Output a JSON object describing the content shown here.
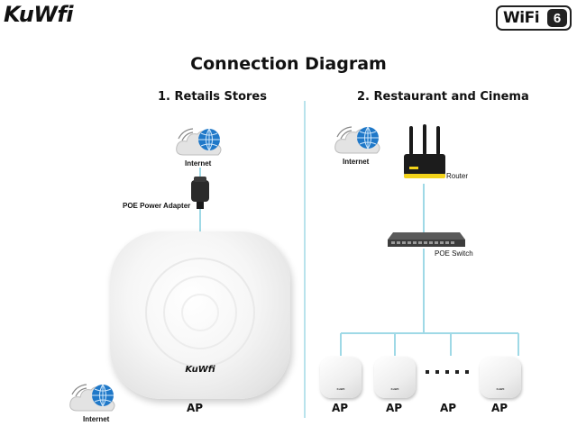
{
  "brand": {
    "logo": "KuWfi",
    "wifi_badge_text": "WiFi",
    "wifi_badge_number": "6"
  },
  "title": "Connection Diagram",
  "section1": {
    "heading": "1. Retails Stores",
    "internet_label": "Internet",
    "adapter_label": "POE Power Adapter",
    "ap_label": "AP",
    "ap_brand": "KuWfi",
    "internet_bottom_label": "Internet"
  },
  "section2": {
    "heading": "2. Restaurant and Cinema",
    "internet_label": "Internet",
    "router_label": "Router",
    "switch_label": "POE Switch",
    "ap_labels": [
      "AP",
      "AP",
      "AP",
      "AP"
    ],
    "ap_brand": "KuWfi"
  },
  "colors": {
    "connector": "#9fd9e6",
    "cloud_blue": "#1f78c8",
    "router_yellow": "#f3d31a"
  }
}
